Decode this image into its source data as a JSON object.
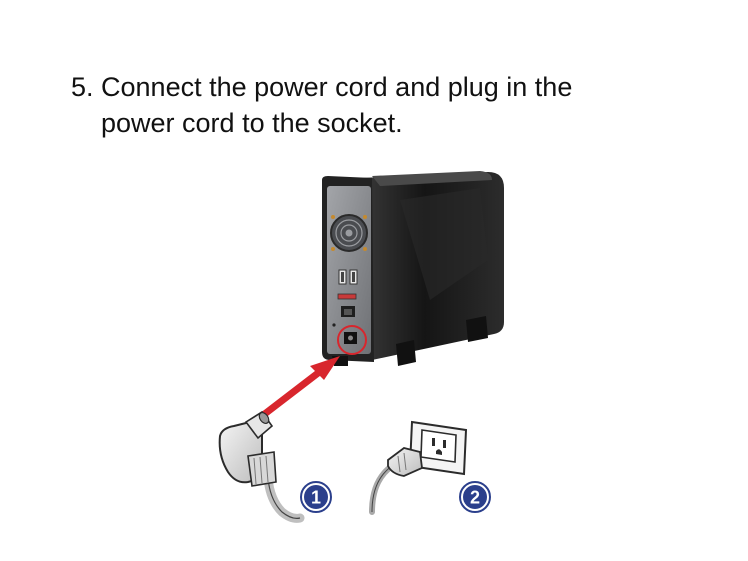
{
  "instruction": {
    "line1": "5. Connect the power cord and plug in the",
    "line2": "power cord to the socket."
  },
  "steps": [
    {
      "number": "1"
    },
    {
      "number": "2"
    }
  ],
  "colors": {
    "text": "#111111",
    "arrow": "#d8262d",
    "highlight_ring": "#d8262d",
    "step_badge": "#2b3f8c",
    "device_body": "#1a1a1a",
    "device_panel": "#8d8f93"
  },
  "icons": [
    "nas-device-icon",
    "dc-power-plug-icon",
    "wall-socket-icon",
    "ac-plug-icon",
    "arrow-icon"
  ]
}
